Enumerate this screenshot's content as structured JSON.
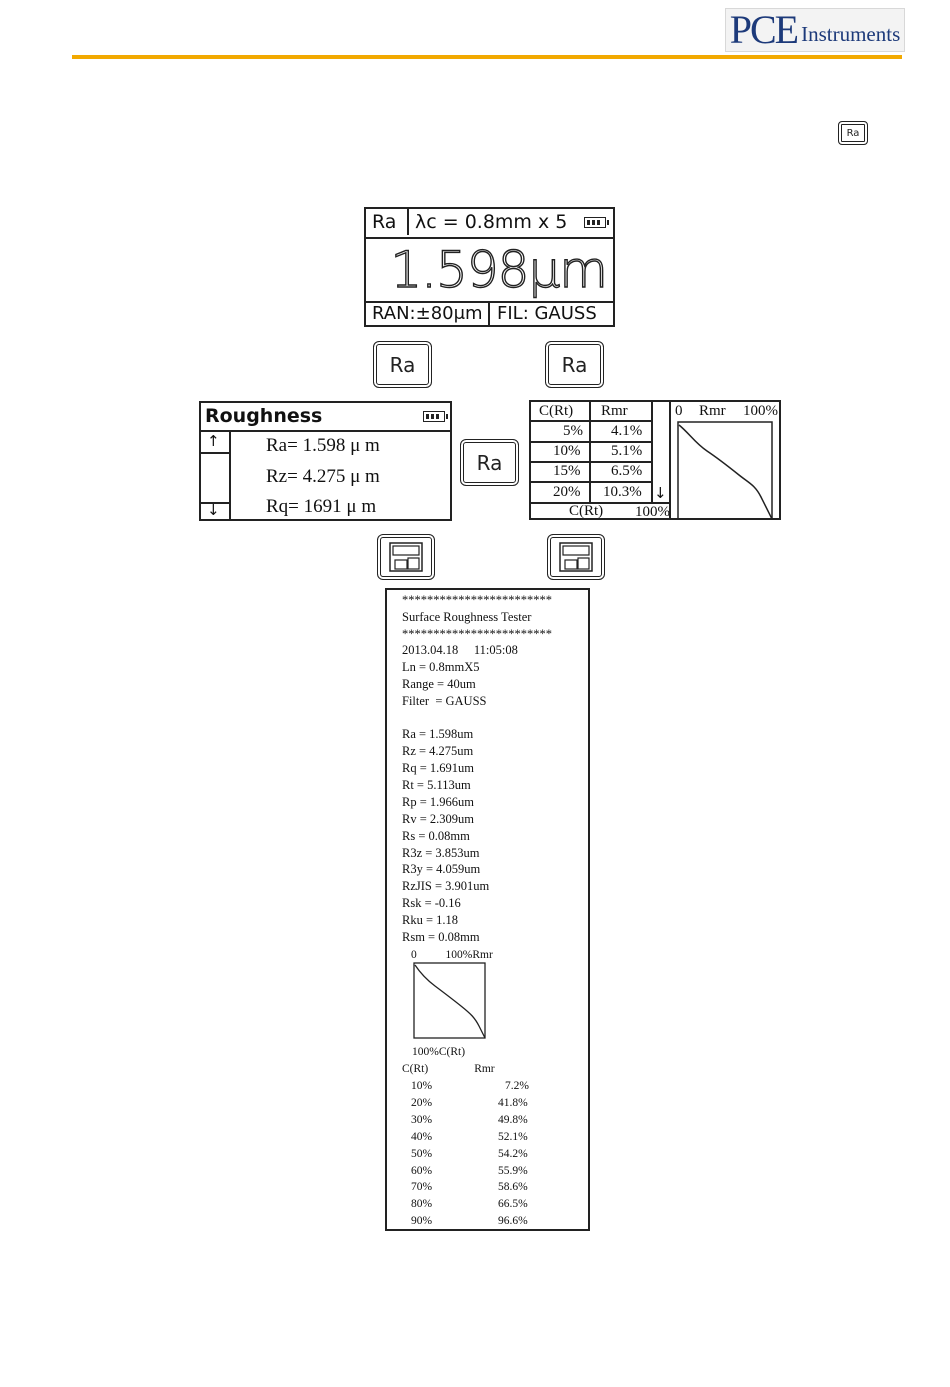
{
  "brand": {
    "logo_main": "PCE",
    "logo_sub": "Instruments",
    "accent_color": "#f2a900"
  },
  "top_key": {
    "label": "Ra"
  },
  "main_display": {
    "param": "Ra",
    "cutoff": "λc = 0.8mm x 5",
    "value": "1.598μm",
    "range": "RAN:±80μm",
    "filter": "FIL:  GAUSS"
  },
  "keys": {
    "ra_left": "Ra",
    "ra_right": "Ra",
    "ra_center": "Ra",
    "save_icon": "save-icon"
  },
  "roughness_panel": {
    "title": "Roughness",
    "up": "↑",
    "down": "↓",
    "rows": [
      "Ra=  1.598 μ m",
      "Rz=  4.275 μ m",
      "Rq=  1691 μ m"
    ]
  },
  "table_panel": {
    "col1": "C(Rt)",
    "col2": "Rmr",
    "rows": [
      {
        "c": "5%",
        "r": "4.1%"
      },
      {
        "c": "10%",
        "r": "5.1%"
      },
      {
        "c": "15%",
        "r": "6.5%"
      },
      {
        "c": "20%",
        "r": "10.3%"
      }
    ],
    "down": "↓",
    "footer_left": "C(Rt)",
    "footer_right": "100%",
    "graph_zero": "0",
    "graph_label": "Rmr",
    "graph_100": "100%"
  },
  "printout": {
    "stars1": "************************",
    "title": "Surface Roughness Tester",
    "stars2": "************************",
    "datetime": "2013.04.18     11:05:08",
    "ln": "Ln = 0.8mmX5",
    "range": "Range = 40um",
    "filter": "Filter  = GAUSS",
    "params": [
      "Ra = 1.598um",
      "Rz = 4.275um",
      "Rq = 1.691um",
      "Rt = 5.113um",
      "Rp = 1.966um",
      "Rv = 2.309um",
      "Rs = 0.08mm",
      "R3z = 3.853um",
      "R3y = 4.059um",
      "RzJIS = 3.901um",
      "Rsk = -0.16",
      "Rku = 1.18",
      "Rsm = 0.08mm"
    ],
    "graph_top": "0          100%Rmr",
    "graph_bottom": "100%C(Rt)",
    "table_head": "C(Rt)                Rmr",
    "table_rows": [
      {
        "c": "10%",
        "r": "7.2%"
      },
      {
        "c": "20%",
        "r": "41.8%"
      },
      {
        "c": "30%",
        "r": "49.8%"
      },
      {
        "c": "40%",
        "r": "52.1%"
      },
      {
        "c": "50%",
        "r": "54.2%"
      },
      {
        "c": "60%",
        "r": "55.9%"
      },
      {
        "c": "70%",
        "r": "58.6%"
      },
      {
        "c": "80%",
        "r": "66.5%"
      },
      {
        "c": "90%",
        "r": "96.6%"
      }
    ]
  }
}
